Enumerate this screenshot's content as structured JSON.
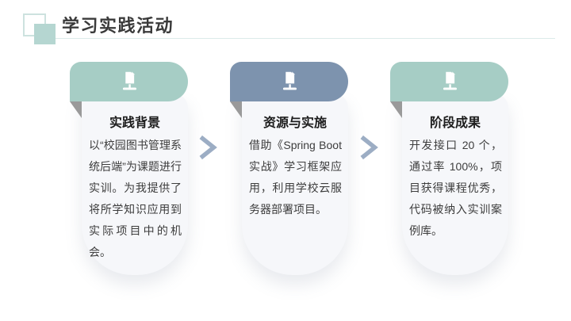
{
  "slide": {
    "title": "学习实践活动"
  },
  "cards": [
    {
      "title": "实践背景",
      "body": "以“校园图书管理系统后端”为课题进行实训。为我提供了将所学知识应用到实际项目中的机会。",
      "header_color": "#a6cdc5"
    },
    {
      "title": "资源与实施",
      "body": "借助《Spring Boot 实战》学习框架应用，利用学校云服务器部署项目。",
      "header_color": "#7d93ae"
    },
    {
      "title": "阶段成果",
      "body": "开发接口 20 个，通过率 100%，项目获得课程优秀，代码被纳入实训案例库。",
      "header_color": "#a6cdc5"
    }
  ],
  "icons": {
    "card_header": "document-icon",
    "connector": "chevron-right-icon",
    "title_decoration": "double-square-icon"
  },
  "colors": {
    "accent_teal": "#a6cdc5",
    "accent_blue": "#7d93ae",
    "fold_gray": "#9a9a9a",
    "card_background": "#f6f7fa",
    "chevron": "#9cadc4",
    "divider": "#dcebe9"
  }
}
